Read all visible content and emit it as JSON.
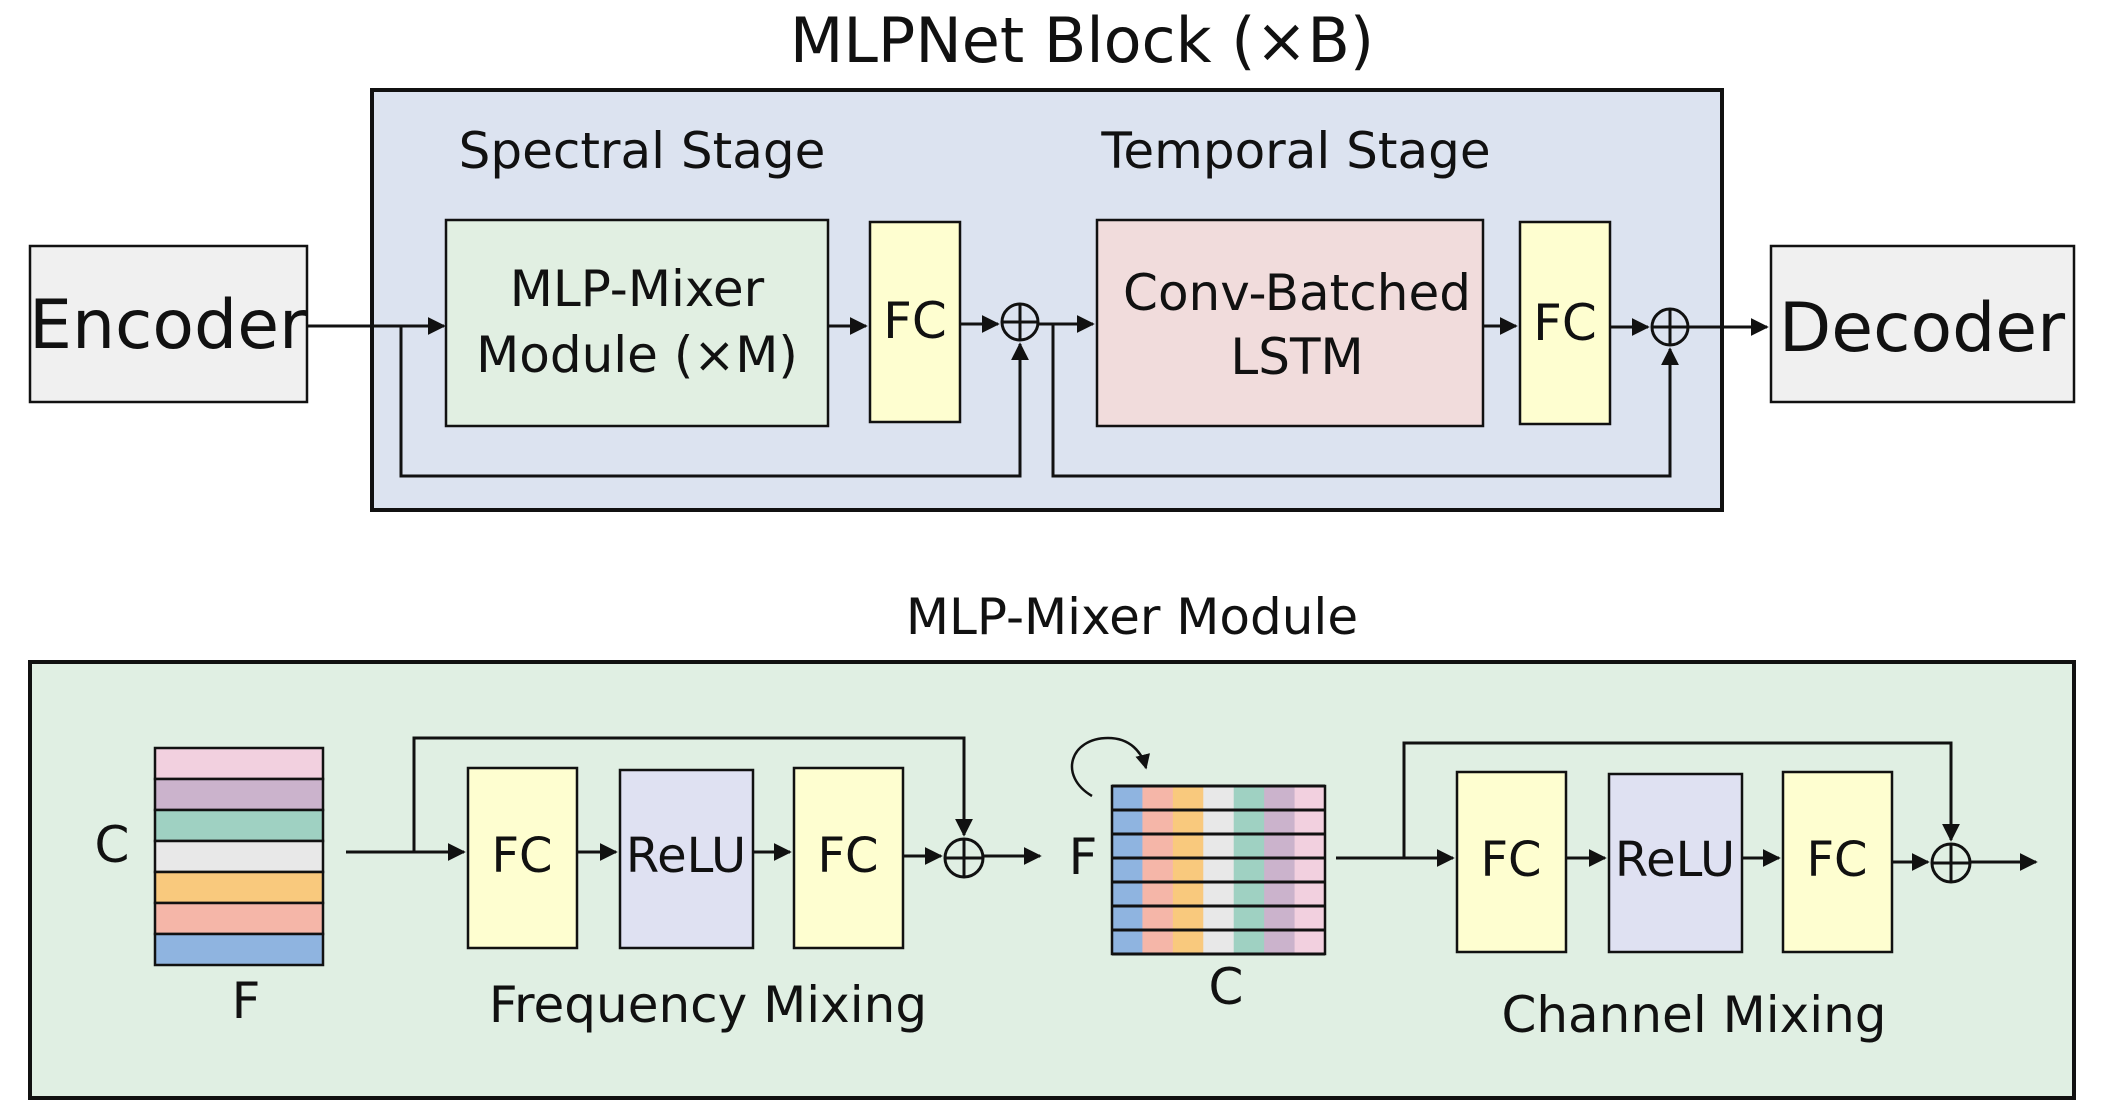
{
  "block": {
    "title": "MLPNet Block (×B)",
    "spectral_stage": "Spectral Stage",
    "temporal_stage": "Temporal Stage",
    "encoder": "Encoder",
    "decoder": "Decoder",
    "mixer_line1": "MLP-Mixer",
    "mixer_line2": "Module (×M)",
    "fc_1": "FC",
    "lstm_line1": "Conv-Batched",
    "lstm_line2": "LSTM",
    "fc_2": "FC"
  },
  "module": {
    "title": "MLP-Mixer Module",
    "input_c": "C",
    "input_f": "F",
    "freq_fc1": "FC",
    "freq_relu": "ReLU",
    "freq_fc2": "FC",
    "freq_label": "Frequency Mixing",
    "transposed_f": "F",
    "transposed_c": "C",
    "chan_fc1": "FC",
    "chan_relu": "ReLU",
    "chan_fc2": "FC",
    "chan_label": "Channel Mixing"
  },
  "colors": {
    "block_bg": "#dce3f0",
    "module_bg": "#e0efe3",
    "encoder_bg": "#f0f0f0",
    "mixer_bg": "#e1efe2",
    "fc_bg": "#fefed0",
    "lstm_bg": "#f1dcdc",
    "relu_bg": "#dfe1f2",
    "stripes": [
      "#f2d0df",
      "#cbb3cc",
      "#9fd1c2",
      "#e8e8e8",
      "#f9c97d",
      "#f5b6a8",
      "#8fb4e0"
    ]
  }
}
